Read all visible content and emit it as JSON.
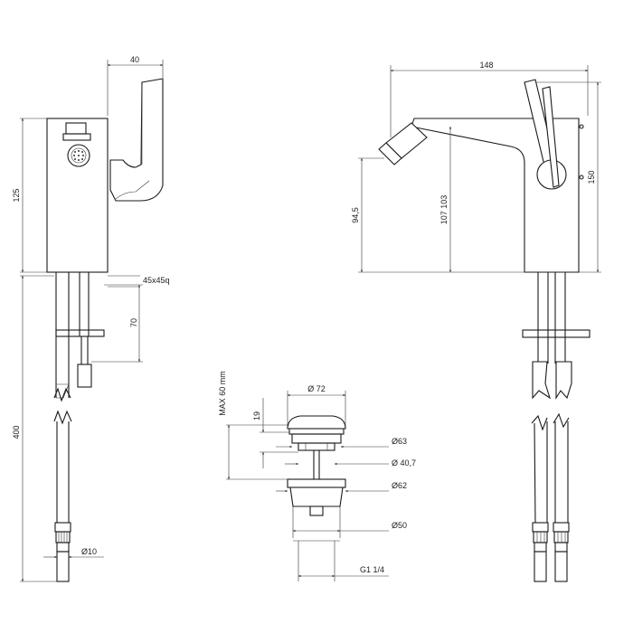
{
  "drawing": {
    "colors": {
      "line": "#1a1a1a",
      "dimension": "#333333",
      "background": "#ffffff"
    },
    "side_view": {
      "width": "40",
      "height": "125",
      "base": "45x45 q",
      "base_display": "45x45q",
      "tail": "70",
      "hose_length": "400",
      "hose_diameter": "Ø10"
    },
    "front_view": {
      "width": "148",
      "height": "150",
      "spout_height": "94,5",
      "mid_heights": "107 103"
    },
    "waste": {
      "max_height": "MAX 60 mm",
      "cap_height": "19",
      "cap_diameter": "Ø 72",
      "d63": "Ø63",
      "d40": "Ø 40,7",
      "d62": "Ø62",
      "d50": "Ø50",
      "thread": "G1 1/4"
    }
  }
}
